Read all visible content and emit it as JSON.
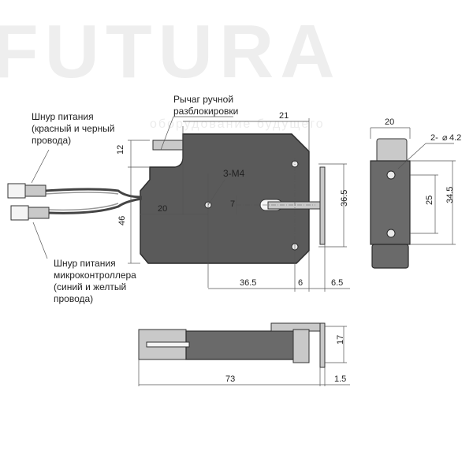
{
  "watermark": {
    "brand": "FUTURA",
    "slogan": "оборудование будущего"
  },
  "labels": {
    "power_cable": [
      "Шнур питания",
      "(красный и черный",
      "провода)"
    ],
    "release_lever": [
      "Рычаг ручной",
      "разблокировки"
    ],
    "mcu_cable": [
      "Шнур питания",
      "микроконтроллера",
      "(синий и желтый",
      "провода)"
    ],
    "thread": "3-M4",
    "holes": "2-",
    "hole_diameter": "4.2"
  },
  "dims": {
    "d12": "12",
    "d46": "46",
    "d20a": "20",
    "d7": "7",
    "d21": "21",
    "d36_5v": "36.5",
    "d36_5h": "36.5",
    "d6": "6",
    "d6_5": "6.5",
    "d20b": "20",
    "d25": "25",
    "d34_5": "34.5",
    "d73": "73",
    "d1_5": "1.5",
    "d17": "17"
  },
  "colors": {
    "body": "#5a5a5a",
    "part": "#c9c9c9"
  }
}
